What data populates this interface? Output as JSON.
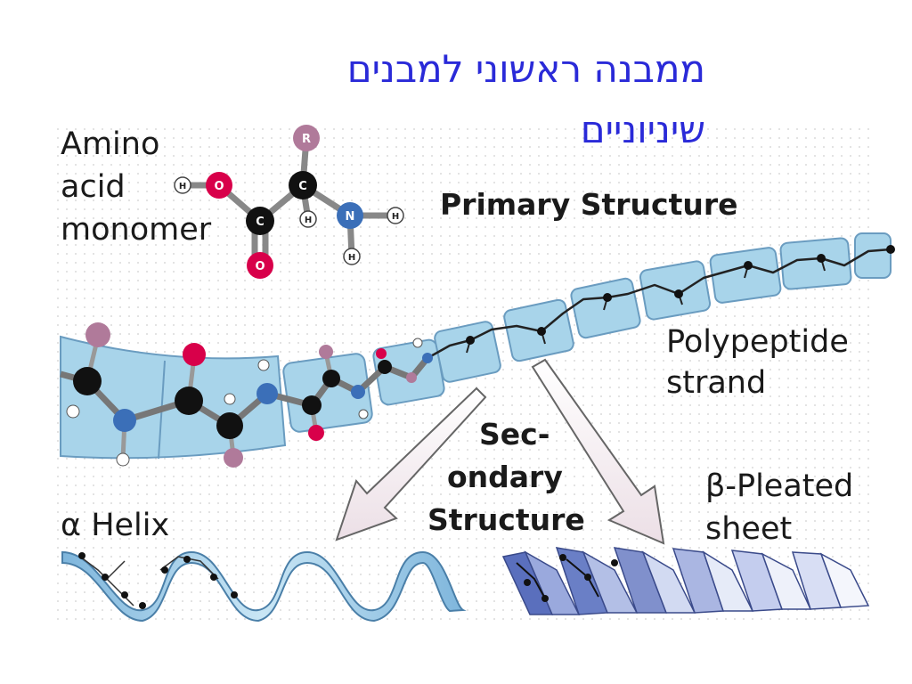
{
  "title": {
    "line1": "ממבנה ראשוני למבנים",
    "line2": "שיניוניים"
  },
  "labels": {
    "amino_line1": "Amino",
    "amino_line2": "acid",
    "amino_line3": "monomer",
    "primary": "Primary Structure",
    "polypeptide_line1": "Polypeptide",
    "polypeptide_line2": "strand",
    "secondary_line1": "Sec-",
    "secondary_line2": "ondary",
    "secondary_line3": "Structure",
    "helix": "α Helix",
    "sheet_line1": "β-Pleated",
    "sheet_line2": "sheet"
  },
  "atoms": {
    "r": "R",
    "c": "C",
    "o": "O",
    "h": "H",
    "n": "N"
  },
  "colors": {
    "title": "#2a2ad8",
    "box_fill": "#a8d4ea",
    "box_stroke": "#6a9cc0",
    "carbon": "#111111",
    "oxygen": "#d8004a",
    "nitrogen": "#3b6fb8",
    "r_group": "#b07a9a",
    "hydrogen": "#ffffff"
  }
}
